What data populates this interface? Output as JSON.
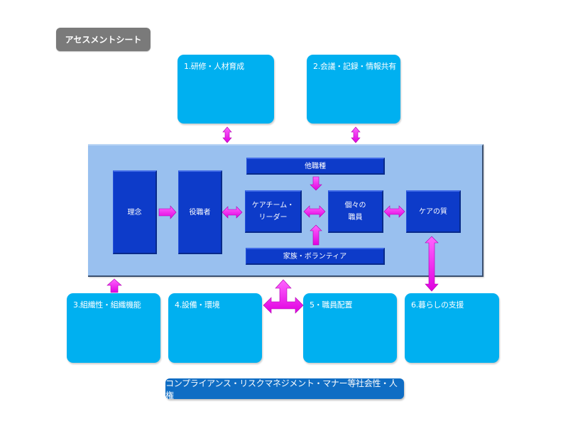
{
  "title": "アセスメントシート",
  "categories": [
    {
      "label": "1.研修・人材育成"
    },
    {
      "label": "2.会議・記録・情報共有"
    },
    {
      "label": "3.組織性・組織機能"
    },
    {
      "label": "4.設備・環境"
    },
    {
      "label": "5・職員配置"
    },
    {
      "label": "6.暮らしの支援"
    }
  ],
  "diagram": {
    "philosophy": "理念",
    "officers": "役職者",
    "care_team_leader": [
      "ケアチーム・",
      "リーダー"
    ],
    "other_professions": "他職種",
    "individual_staff": [
      "個々の",
      "職員"
    ],
    "family_volunteers": "家族・ボランティア",
    "care_quality": "ケアの質"
  },
  "footer": "コンプライアンス・リスクマネジメント・マナー等社会性・人権",
  "colors": {
    "category_box": "#00b0f0",
    "panel": "#99c0ef",
    "node": "#0d3bc9",
    "arrow": "#ff00ff",
    "footer": "#0f6dc4",
    "title_pill": "#7a7a7a"
  }
}
